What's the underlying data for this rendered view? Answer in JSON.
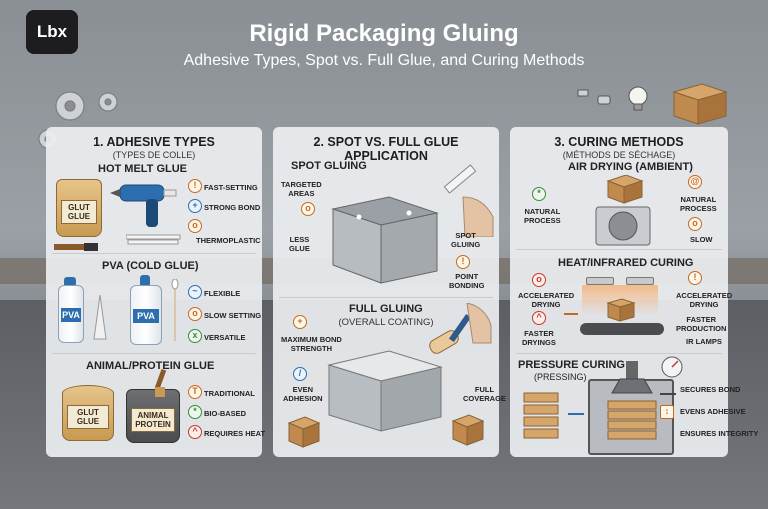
{
  "header": {
    "logo": "Lbx",
    "title": "Rigid Packaging Gluing",
    "subtitle": "Adhesive Types, Spot vs. Full Glue, and Curing Methods"
  },
  "panel1": {
    "title": "1. ADHESIVE TYPES",
    "subtitle": "(TYPES DE COLLE)",
    "hotmelt": {
      "heading": "HOT MELT GLUE",
      "jar_label": "GLUT GLUE",
      "labels": [
        "FAST-SETTING",
        "STRONG BOND",
        "THERMOPLASTIC"
      ]
    },
    "pva": {
      "heading": "PVA (COLD GLUE)",
      "bottle_label": "PVA",
      "labels": [
        "FLEXIBLE",
        "SLOW SETTING",
        "VERSATILE"
      ]
    },
    "animal": {
      "heading": "ANIMAL/PROTEIN GLUE",
      "jar1": "GLUT GLUE",
      "jar2": "ANIMAL PROTEIN",
      "labels": [
        "TRADITIONAL",
        "BIO-BASED",
        "REQUIRES HEAT"
      ]
    }
  },
  "panel2": {
    "title": "2. SPOT VS. FULL GLUE APPLICATION",
    "spot": {
      "heading": "SPOT GLUING",
      "labels": [
        "TARGETED AREAS",
        "LESS GLUE",
        "SPOT GLUING",
        "POINT BONDING"
      ]
    },
    "full": {
      "heading": "FULL GLUING",
      "subheading": "(OVERALL COATING)",
      "labels": [
        "MAXIMUM BOND STRENGTH",
        "EVEN ADHESION",
        "FULL COVERAGE"
      ]
    }
  },
  "panel3": {
    "title": "3. CURING METHODS",
    "subtitle": "(MÉTHODS DE SÉCHAGE)",
    "air": {
      "heading": "AIR DRYING (AMBIENT)",
      "labels": [
        "NATURAL PROCESS",
        "NATURAL PROCESS",
        "SLOW"
      ]
    },
    "heat": {
      "heading": "HEAT/INFRARED CURING",
      "labels": [
        "ACCELERATED DRYING",
        "FASTER DRYINGS",
        "ACCELERATED DRYING",
        "FASTER PRODUCTION",
        "IR LAMPS"
      ]
    },
    "pressure": {
      "heading": "PRESSURE CURING",
      "subheading": "(PRESSING)",
      "labels": [
        "SECURES BOND",
        "EVENS ADHESIVE",
        "ENSURES INTEGRITY"
      ]
    }
  },
  "colors": {
    "accent_orange": "#c46a1e",
    "accent_blue": "#2d6fae",
    "accent_green": "#3c8a3c",
    "accent_red": "#c23a2a"
  }
}
